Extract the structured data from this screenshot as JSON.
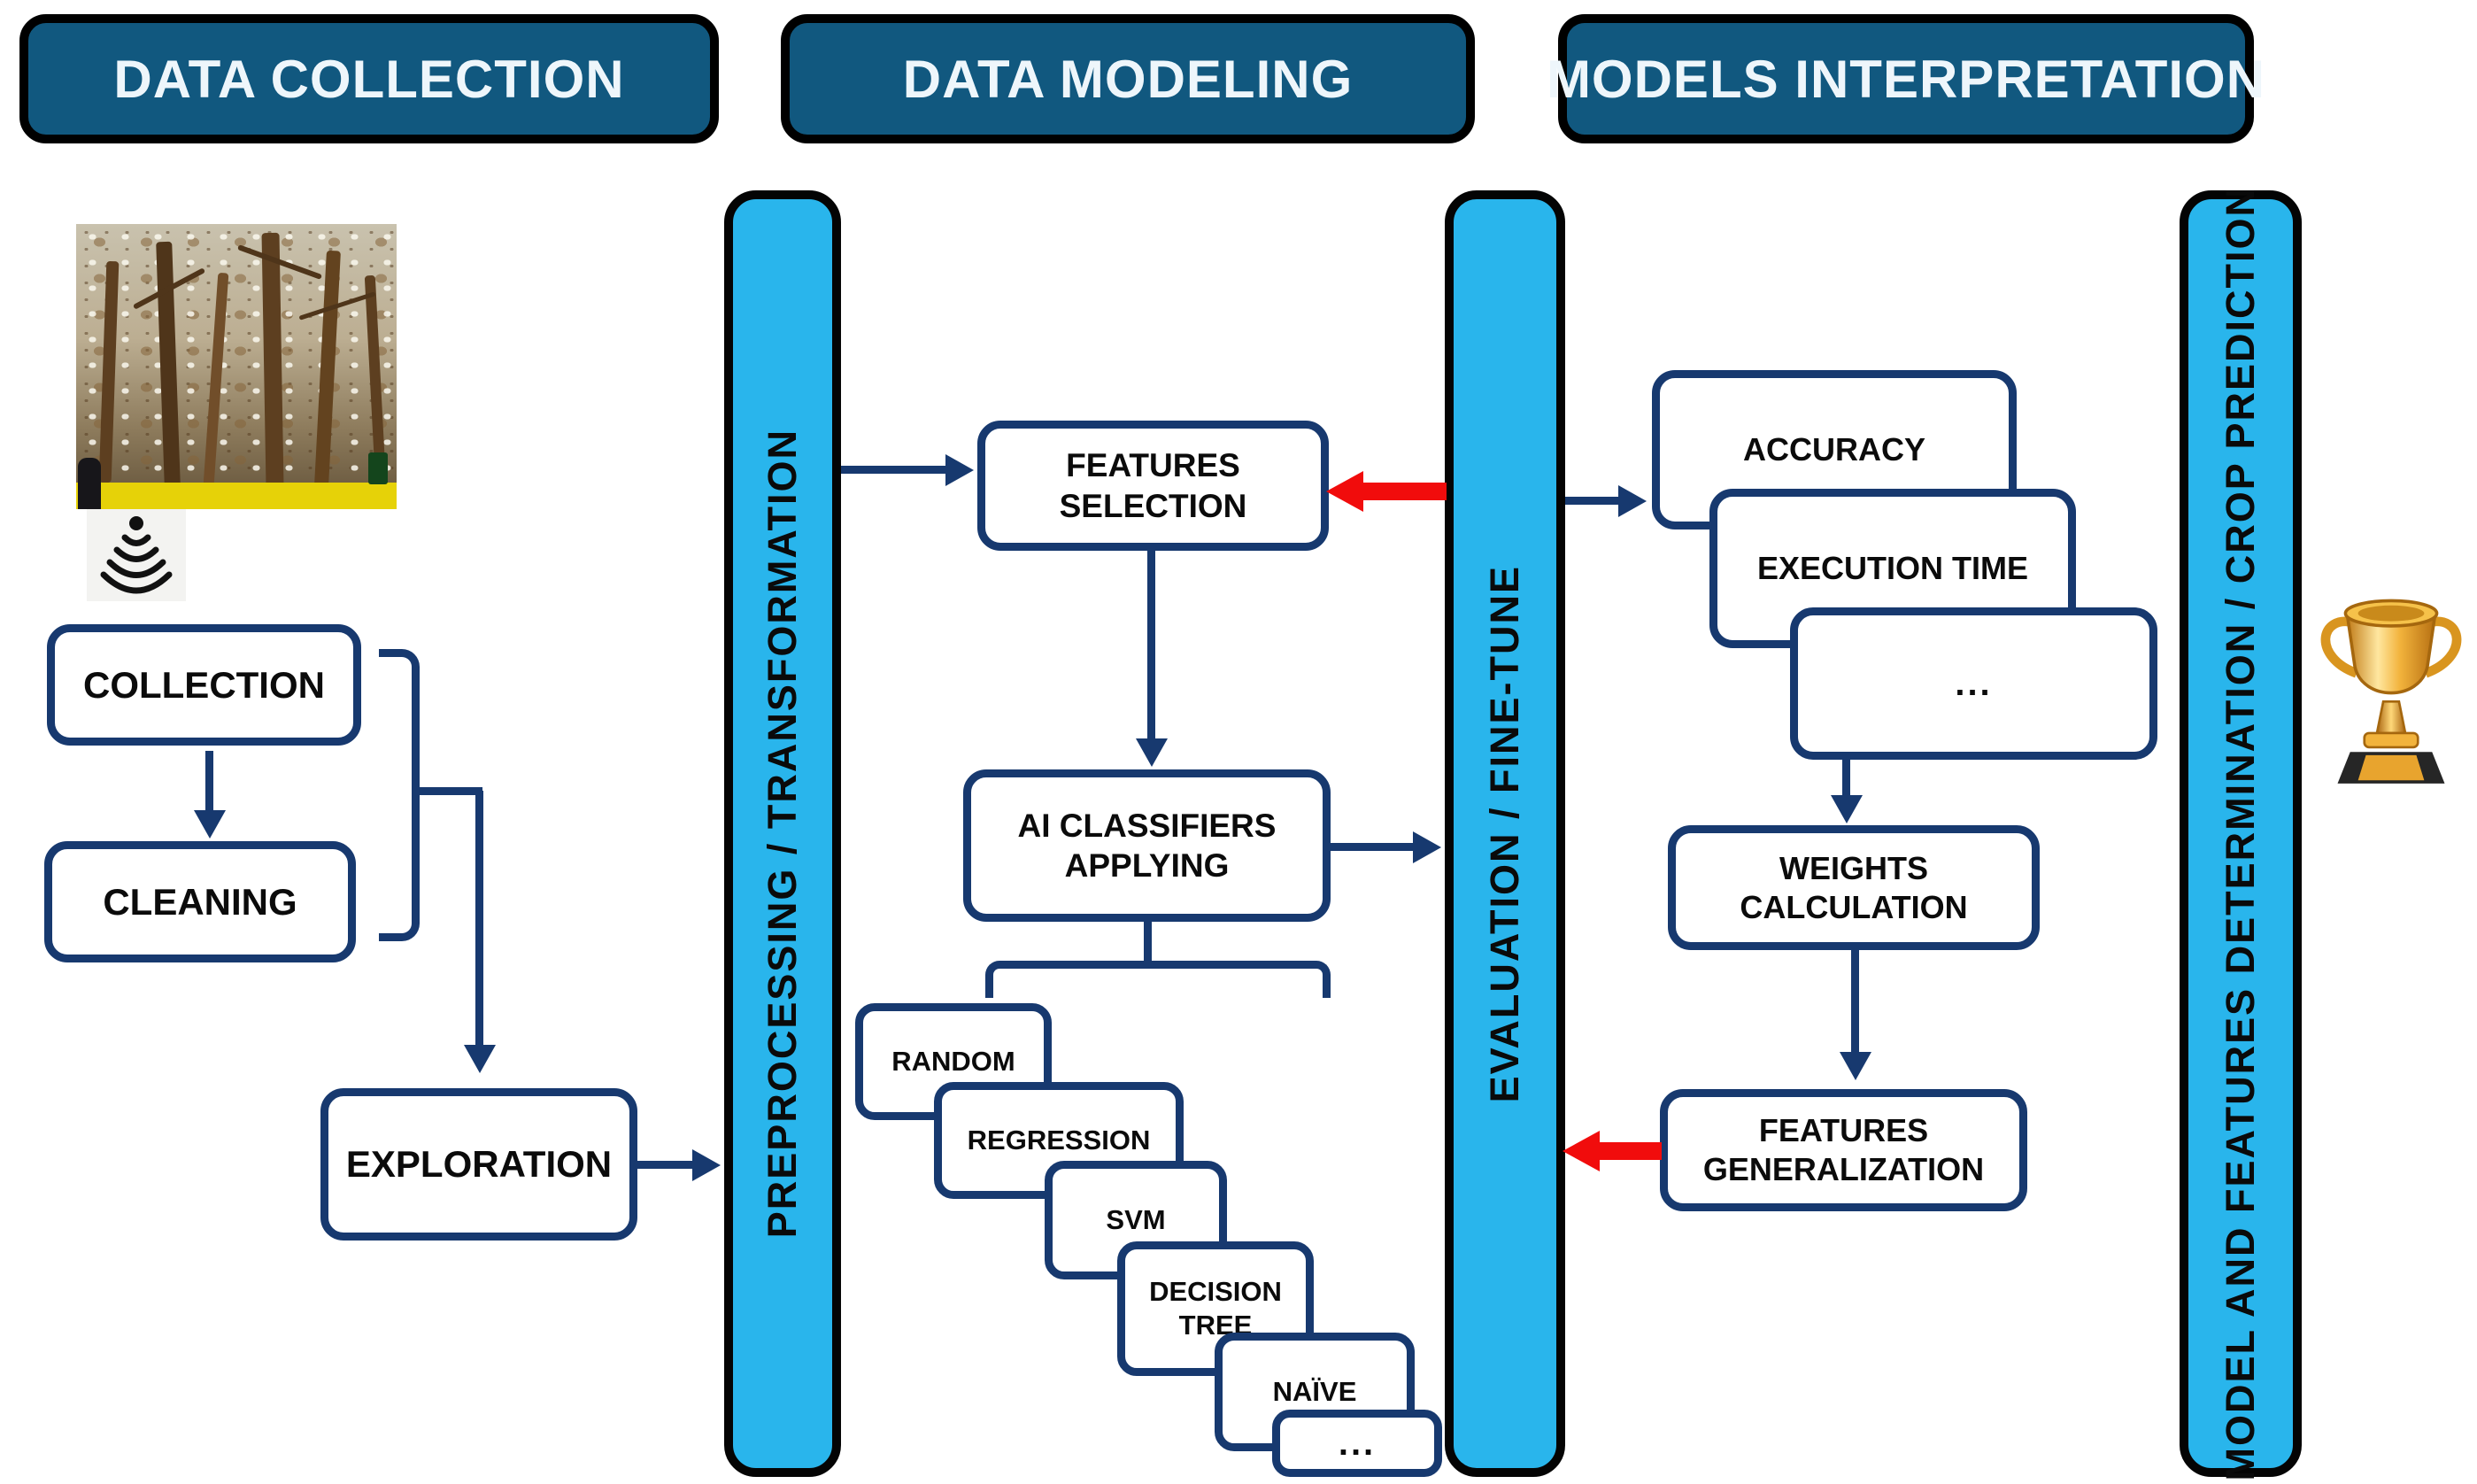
{
  "headers": {
    "data_collection": "DATA COLLECTION",
    "data_modeling": "DATA MODELING",
    "models_interpretation": "MODELS INTERPRETATION"
  },
  "pipeline_bars": {
    "preprocessing": "PREPROCESSING / TRANSFORMATION",
    "evaluation": "EVALUATION / FINE-TUNE",
    "prediction": "MODEL AND FEATURES DETERMINATION / CROP PREDICTION"
  },
  "data_collection": {
    "collection": "COLLECTION",
    "cleaning": "CLEANING",
    "exploration": "EXPLORATION"
  },
  "data_modeling": {
    "features_selection": "FEATURES SELECTION",
    "ai_classifiers": "AI CLASSIFIERS APPLYING",
    "classifiers": [
      "RANDOM",
      "REGRESSION",
      "SVM",
      "DECISION TREE",
      "NAÏVE",
      "..."
    ]
  },
  "models_interpretation": {
    "metrics": [
      "ACCURACY",
      "EXECUTION TIME",
      "..."
    ],
    "weights_calculation": "WEIGHTS CALCULATION",
    "features_generalization": "FEATURES GENERALIZATION"
  },
  "icons": {
    "signal": "radio-signal-icon",
    "trophy": "trophy-icon",
    "photo": "park-trees-photo"
  },
  "colors": {
    "header_blue": "#11587f",
    "bar_cyan": "#29b5ec",
    "box_navy": "#17396f",
    "arrow_red": "#f10c0c"
  }
}
